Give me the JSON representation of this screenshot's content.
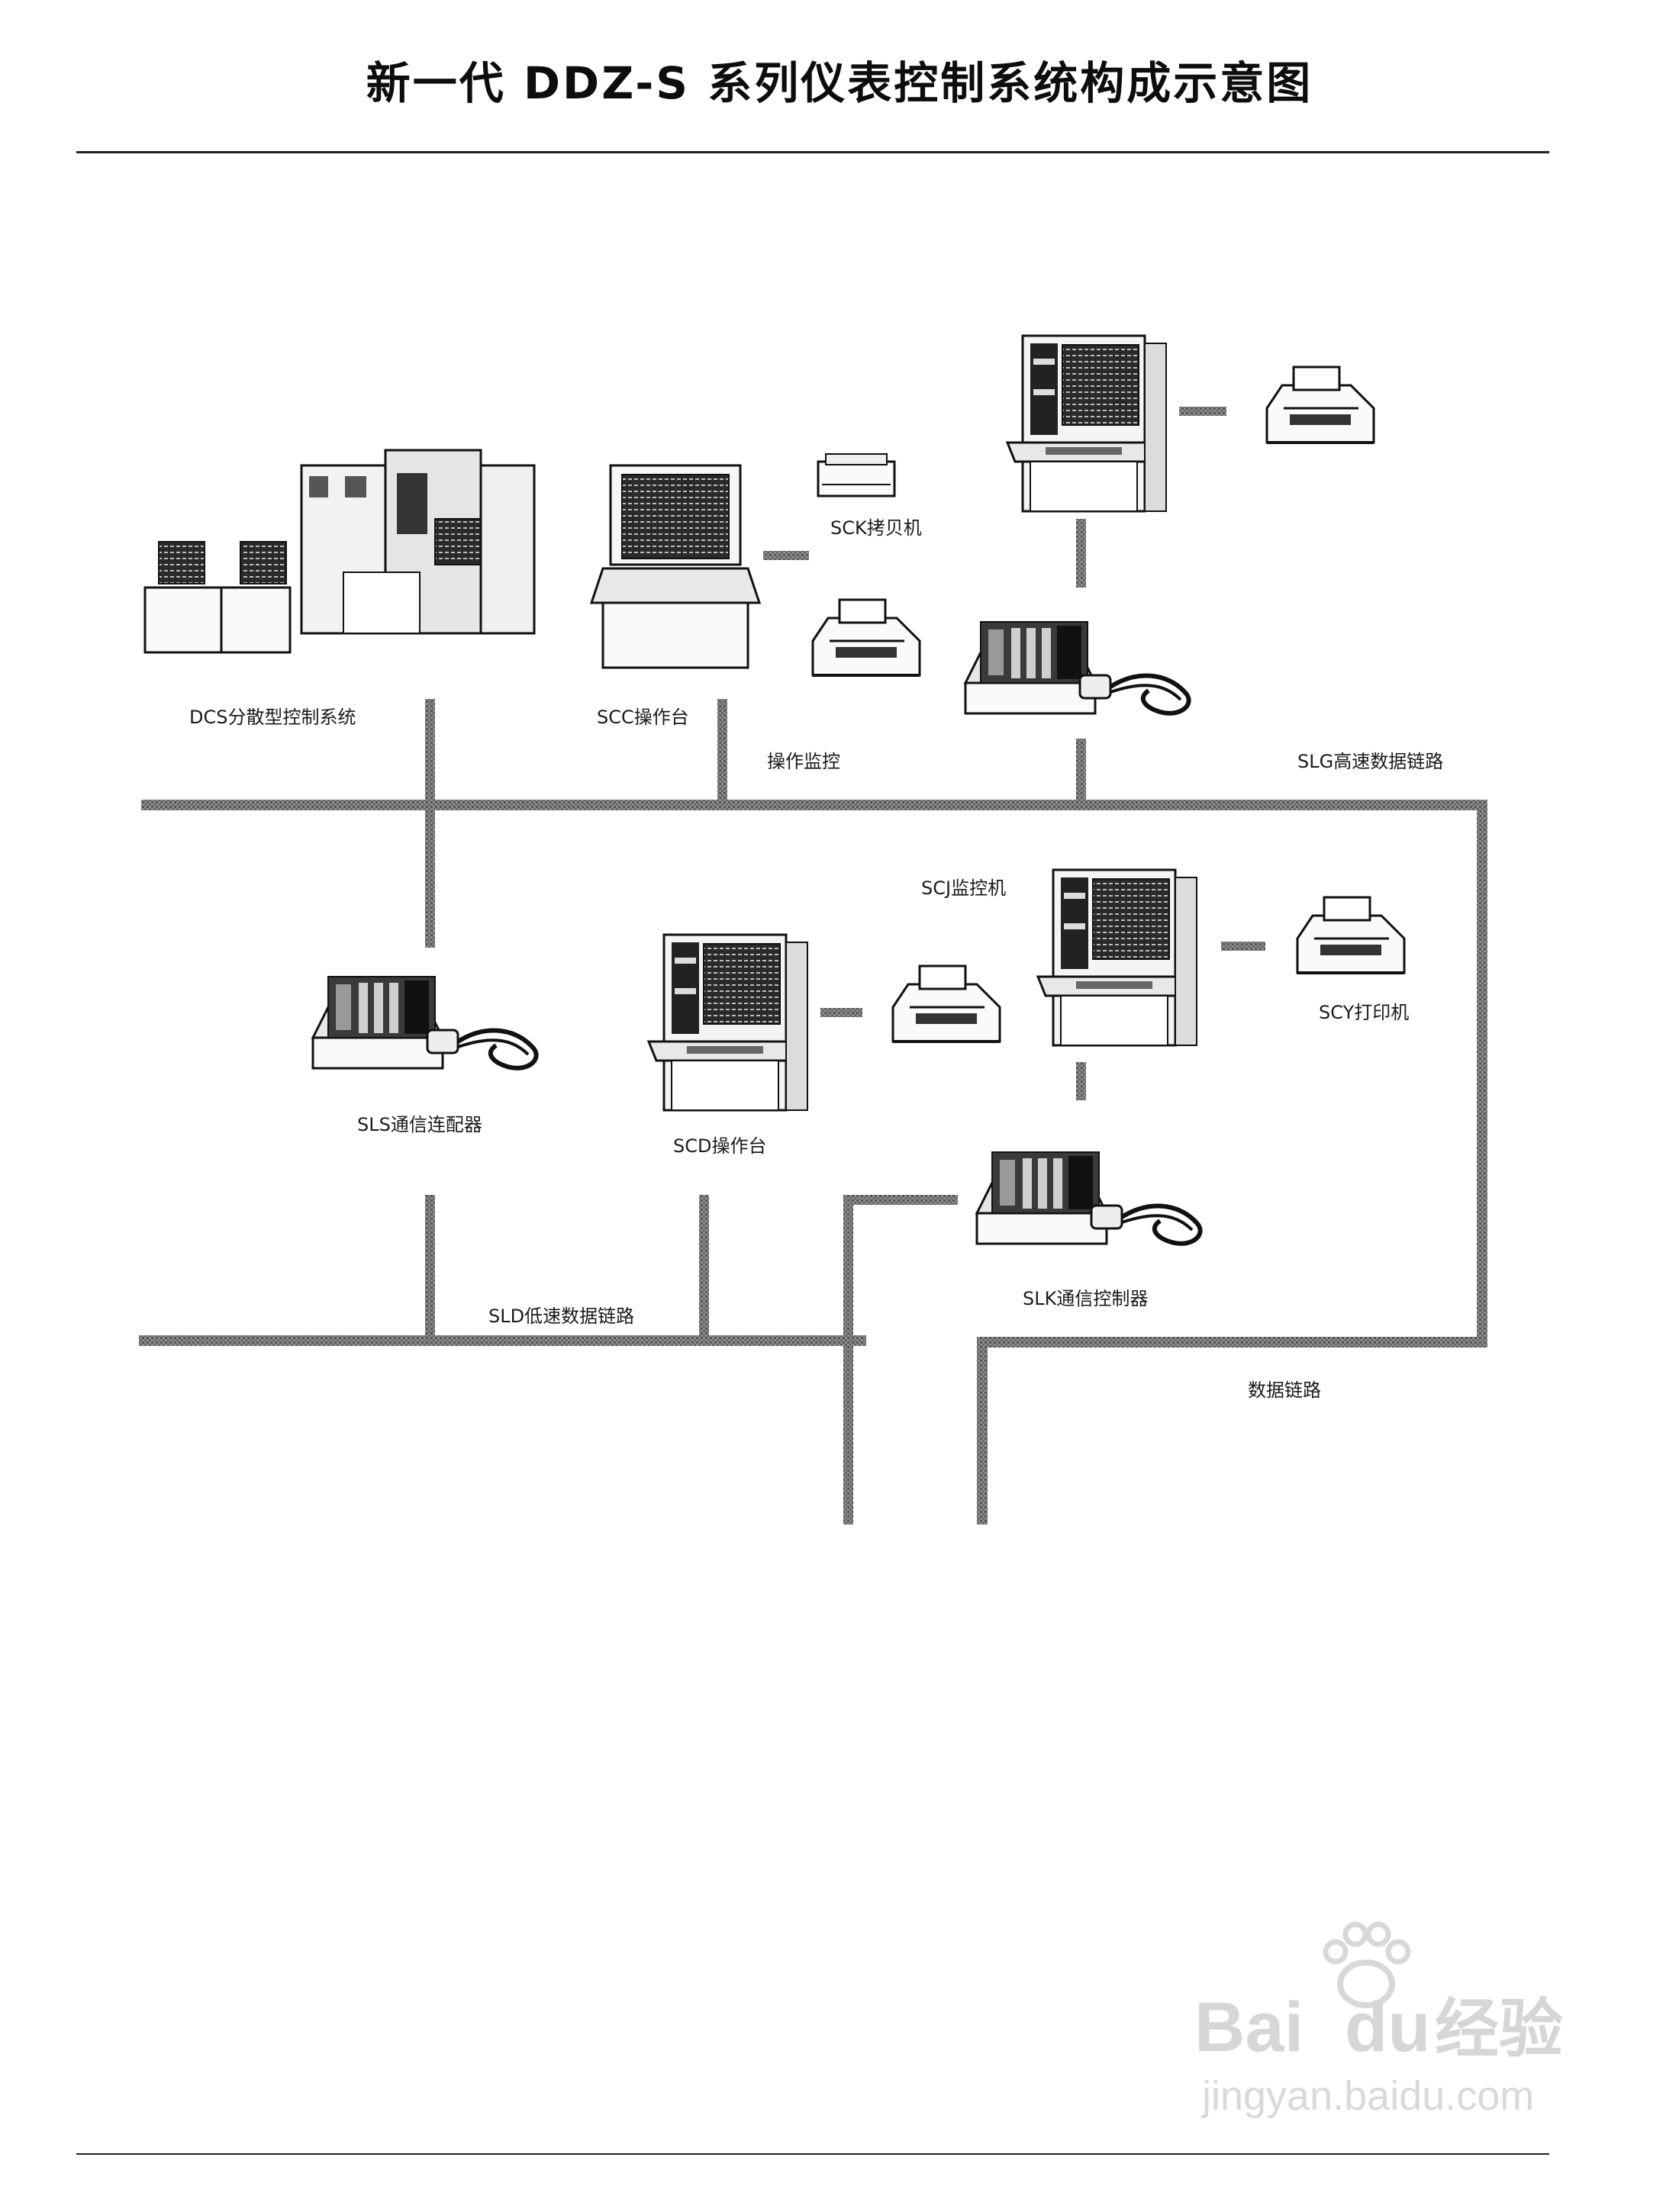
{
  "title": "新一代 DDZ-S 系列仪表控制系统构成示意图",
  "labels": {
    "dcs": "DCS分散型控制系统",
    "scc": "SCC操作台",
    "sck": "SCK拷贝机",
    "monitor_op": "操作监控",
    "slg": "SLG高速数据链路",
    "scj": "SCJ监控机",
    "scy": "SCY打印机",
    "sls": "SLS通信连配器",
    "scd": "SCD操作台",
    "slk": "SLK通信控制器",
    "sld": "SLD低速数据链路",
    "data_link": "数据链路"
  },
  "watermark": {
    "brand": "Bai",
    "brand2": "du",
    "brand_cn": "经验",
    "url": "jingyan.baidu.com"
  }
}
